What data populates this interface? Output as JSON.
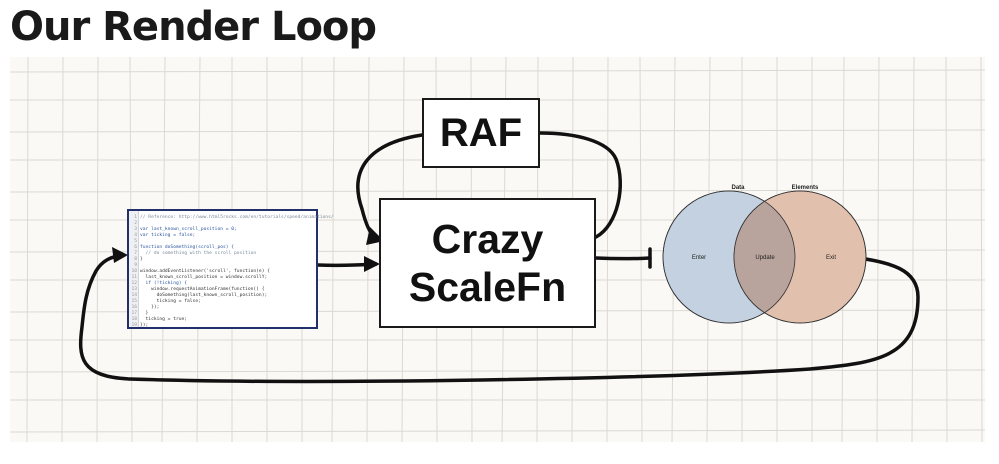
{
  "title": "Our Render Loop",
  "boxes": {
    "raf": "RAF",
    "scale_line1": "Crazy",
    "scale_line2": "ScaleFn"
  },
  "venn": {
    "left_label": "Data",
    "right_label": "Elements",
    "enter": "Enter",
    "update": "Update",
    "exit": "Exit",
    "colors": {
      "data": "#c3d1e0",
      "elements": "#e2c0ae",
      "overlap": "#b8a49c"
    }
  },
  "code_lines": [
    {
      "n": "1",
      "text": "// Reference: http://www.html5rocks.com/en/tutorials/speed/animations/",
      "cls": "cm"
    },
    {
      "n": "2",
      "text": "",
      "cls": ""
    },
    {
      "n": "3",
      "text": "var last_known_scroll_position = 0;",
      "cls": "kw"
    },
    {
      "n": "4",
      "text": "var ticking = false;",
      "cls": "kw"
    },
    {
      "n": "5",
      "text": "",
      "cls": ""
    },
    {
      "n": "6",
      "text": "function doSomething(scroll_pos) {",
      "cls": "kw"
    },
    {
      "n": "7",
      "text": "  // do something with the scroll position",
      "cls": "cm"
    },
    {
      "n": "8",
      "text": "}",
      "cls": ""
    },
    {
      "n": "9",
      "text": "",
      "cls": ""
    },
    {
      "n": "10",
      "text": "window.addEventListener('scroll', function(e) {",
      "cls": ""
    },
    {
      "n": "11",
      "text": "  last_known_scroll_position = window.scrollY;",
      "cls": ""
    },
    {
      "n": "12",
      "text": "  if (!ticking) {",
      "cls": "kw"
    },
    {
      "n": "13",
      "text": "    window.requestAnimationFrame(function() {",
      "cls": ""
    },
    {
      "n": "14",
      "text": "      doSomething(last_known_scroll_position);",
      "cls": ""
    },
    {
      "n": "15",
      "text": "      ticking = false;",
      "cls": ""
    },
    {
      "n": "16",
      "text": "    });",
      "cls": ""
    },
    {
      "n": "17",
      "text": "  }",
      "cls": ""
    },
    {
      "n": "18",
      "text": "  ticking = true;",
      "cls": ""
    },
    {
      "n": "19",
      "text": "});",
      "cls": ""
    }
  ]
}
